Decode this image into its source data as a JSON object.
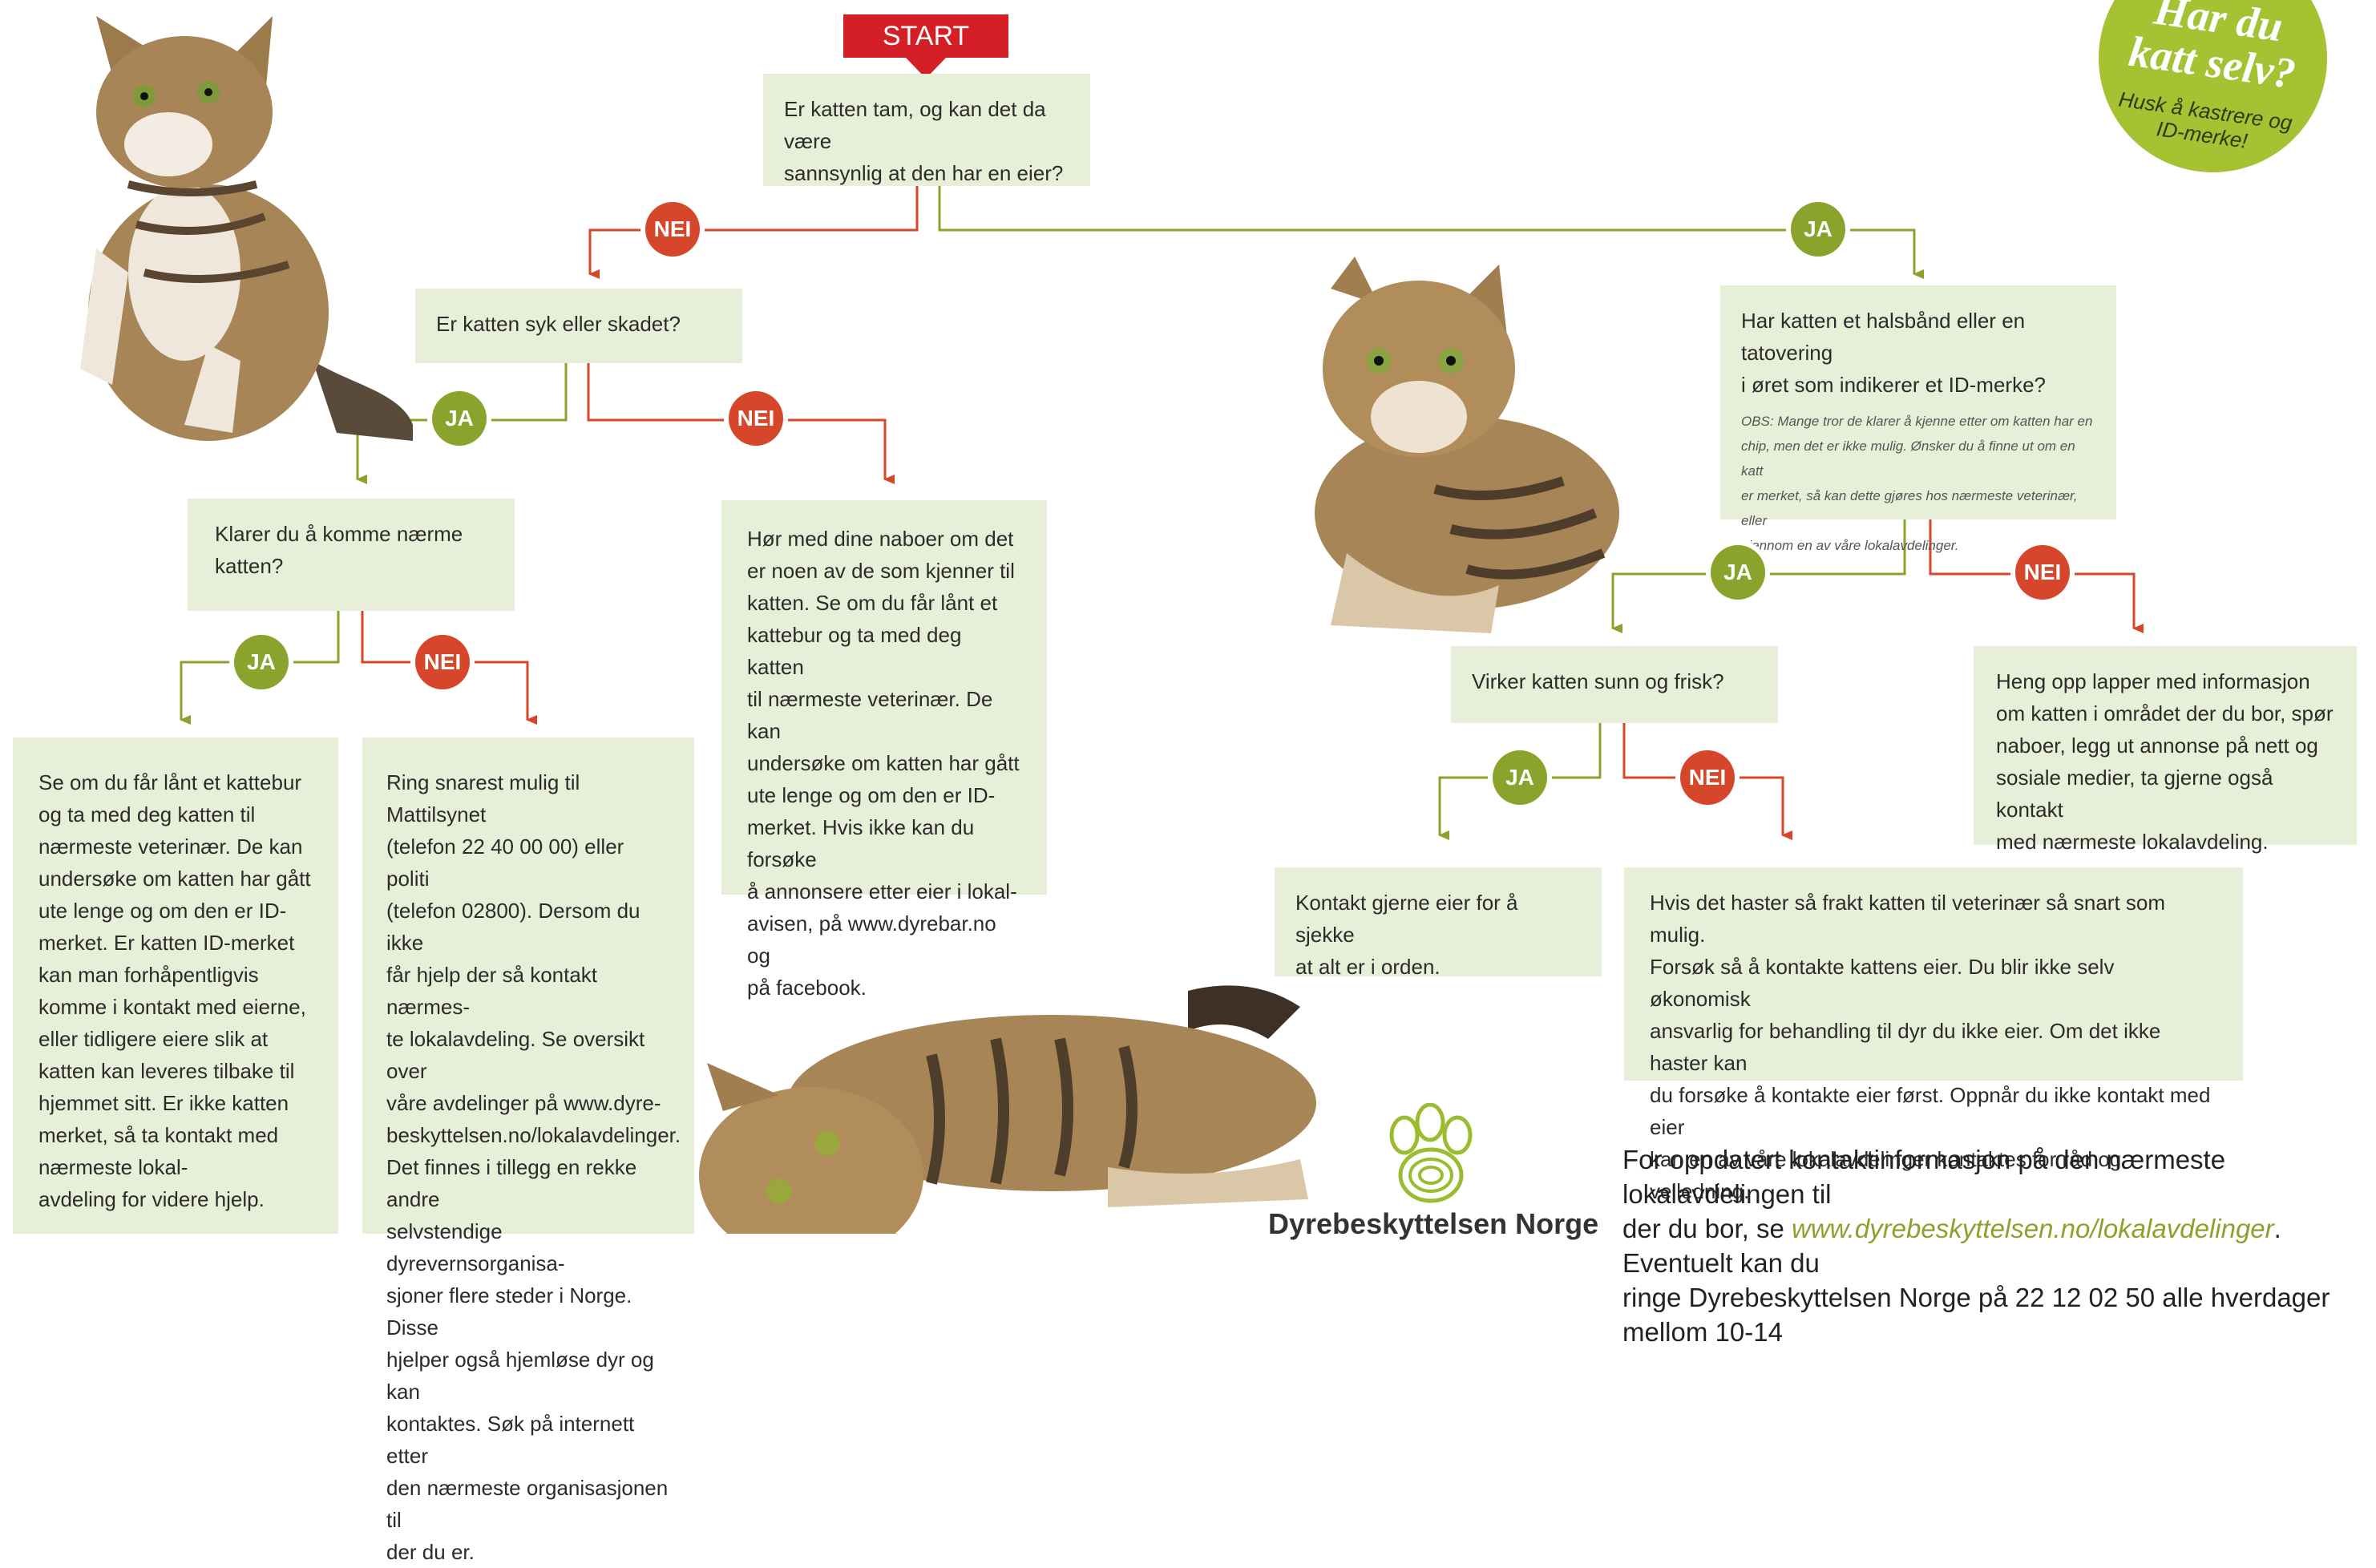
{
  "start": "START",
  "sticker": {
    "line1": "Har du",
    "line2": "katt selv?",
    "sub1": "Husk å kastrere og",
    "sub2": "ID-merke!"
  },
  "badges": {
    "ja": "JA",
    "nei": "NEI"
  },
  "q1": [
    "Er katten tam, og kan det da være",
    "sannsynlig at den har en eier?"
  ],
  "q2": [
    "Er katten syk eller skadet?"
  ],
  "q3": [
    "Klarer du å komme nærme",
    "katten?"
  ],
  "q4": [
    "Har katten et halsbånd eller en tatovering",
    "i øret som indikerer et ID-merke?"
  ],
  "q4_note": [
    "OBS: Mange tror de klarer å kjenne etter om katten har en",
    "chip, men det er ikke mulig. Ønsker du å finne ut om en katt",
    "er merket, så kan dette gjøres hos nærmeste veterinær, eller",
    "gjennom en av våre lokalavdelinger."
  ],
  "q5": [
    "Virker katten sunn og frisk?"
  ],
  "a_neighbors": [
    "Hør med dine naboer om det",
    "er noen av de som kjenner til",
    "katten. Se om du får lånt et",
    "kattebur og ta med deg katten",
    "til nærmeste veterinær. De kan",
    "undersøke om katten har gått",
    "ute lenge og om den er ID-",
    "merket. Hvis ikke kan du forsøke",
    "å annonsere etter eier i lokal-",
    "avisen, på www.dyrebar.no og",
    "på facebook."
  ],
  "a_vet": [
    "Se om du får lånt et kattebur",
    "og ta med deg katten til",
    "nærmeste veterinær. De kan",
    "undersøke om katten har gått",
    "ute lenge og om den er ID-",
    "merket. Er katten ID-merket",
    "kan man forhåpentligvis",
    "komme i kontakt med eierne,",
    "eller tidligere eiere slik at",
    "katten kan leveres tilbake til",
    "hjemmet sitt. Er ikke katten",
    "merket, så ta kontakt med",
    "nærmeste lokal-",
    "avdeling for videre hjelp."
  ],
  "a_mattilsynet": [
    "Ring snarest mulig til Mattilsynet",
    "(telefon 22 40 00 00) eller politi",
    "(telefon 02800). Dersom du ikke",
    "får hjelp der så kontakt nærmes-",
    "te lokalavdeling. Se oversikt over",
    "våre avdelinger på www.dyre-",
    "beskyttelsen.no/lokalavdelinger.",
    "Det finnes i tillegg en rekke andre",
    "selvstendige dyrevernsorganisa-",
    "sjoner flere steder i Norge. Disse",
    "hjelper også hjemløse dyr og kan",
    "kontaktes. Søk på internett etter",
    "den nærmeste organisasjonen til",
    "der du er."
  ],
  "a_owner": [
    "Kontakt gjerne eier for å sjekke",
    "at alt er i orden."
  ],
  "a_urgent": [
    "Hvis det haster så frakt katten til veterinær så snart som mulig.",
    "Forsøk så å kontakte kattens eier. Du blir ikke selv økonomisk",
    "ansvarlig for behandling til dyr du ikke eier.  Om det ikke haster kan",
    "du forsøke å kontakte eier først. Oppnår du ikke kontakt med eier",
    "kan en av våre lokalavdelinger kontaktes for råd og veiledning."
  ],
  "a_notices": [
    "Heng opp lapper med informasjon",
    "om katten i området der du bor, spør",
    "naboer, legg ut annonse på nett og",
    "sosiale medier, ta gjerne også kontakt",
    "med nærmeste lokalavdeling."
  ],
  "footer": {
    "line1": "For oppdatert kontaktinformasjon på den nærmeste lokalavdelingen til",
    "line2a": "der du bor, se ",
    "link": "www.dyrebeskyttelsen.no/lokalavdelinger",
    "line2b": ". Eventuelt kan du",
    "line3": "ringe Dyrebeskyttelsen Norge på 22 12 02 50 alle hverdager mellom 10-14"
  },
  "logo": "Dyrebeskyttelsen Norge",
  "colors": {
    "ja": "#8aa32c",
    "nei": "#d6462a",
    "box": "#e8efd8",
    "start": "#d41f26"
  }
}
